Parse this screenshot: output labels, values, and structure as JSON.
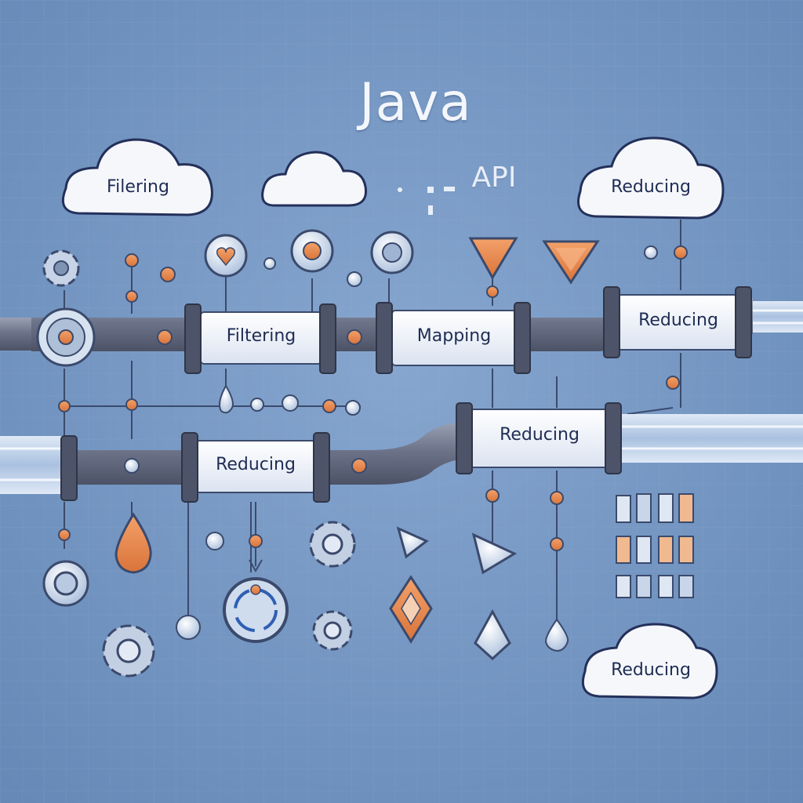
{
  "header": {
    "title": "Java",
    "subtitle": "API"
  },
  "clouds": {
    "top_left": "Filering",
    "top_right": "Reducing",
    "bottom_right": "Reducing"
  },
  "pipeline_upper": {
    "stage_1": "Filtering",
    "stage_2": "Mapping",
    "stage_3": "Reducing"
  },
  "pipeline_lower": {
    "stage_1": "Reducing",
    "stage_2": "Reducing"
  },
  "colors": {
    "background": "#6f93c0",
    "pipe": "#6c7389",
    "pipe_joint": "#4d5469",
    "label_box": "#eef2fa",
    "accent_orange": "#e9884a",
    "cloud_fill": "#f6f7fb",
    "text": "#1f2d54"
  }
}
